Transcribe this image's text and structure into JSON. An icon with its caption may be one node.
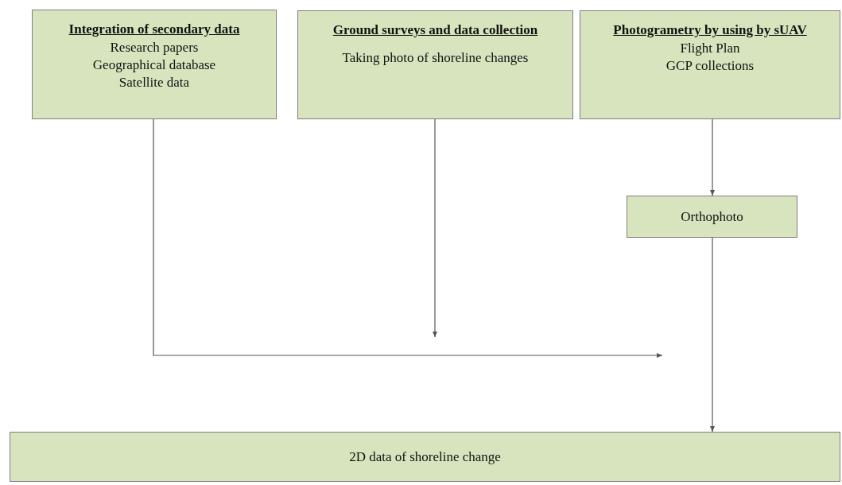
{
  "diagram": {
    "nodes": [
      {
        "text": [
          "Integration of secondary data",
          "Research papers",
          "Geographical database",
          "Satellite data"
        ]
      },
      {
        "text": [
          "Ground surveys and data collection",
          "Taking photo of shoreline changes"
        ]
      },
      {
        "text": [
          "Photogrametry by using by sUAV",
          "Flight Plan",
          "GCP collections"
        ]
      },
      {
        "text": [
          "Orthophoto"
        ]
      },
      {
        "text": [
          "2D data of shoreline change"
        ]
      }
    ],
    "edges": [
      {
        "from": 0,
        "to": null,
        "arrow": "to"
      },
      {
        "from": 1,
        "to": null,
        "arrow": "to"
      },
      {
        "from": 2,
        "to": 3,
        "arrow": "to"
      },
      {
        "from": 3,
        "to": 4,
        "arrow": "to"
      }
    ]
  }
}
